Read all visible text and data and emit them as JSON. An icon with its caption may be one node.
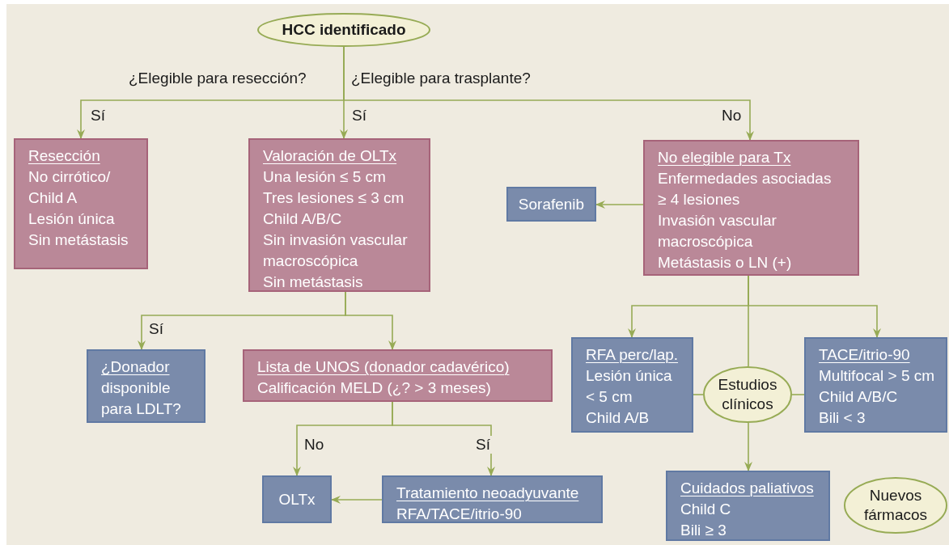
{
  "diagram": {
    "nodes": [
      {
        "text": [
          "HCC identificado"
        ]
      },
      {
        "text": [
          "Resección",
          "No cirrótico/ Child A",
          "Lesión única",
          "Sin metástasis"
        ]
      },
      {
        "text": [
          "Valoración de OLTx",
          "Una lesión ≤ 5 cm",
          "Tres lesiones ≤ 3 cm",
          "Child A/B/C",
          "Sin invasión vascular macroscópica",
          "Sin metástasis"
        ]
      },
      {
        "text": [
          "Sorafenib"
        ]
      },
      {
        "text": [
          "No elegible para Tx",
          "Enfermedades asociadas",
          "≥ 4 lesiones",
          "Invasión vascular macroscópica",
          "Metástasis o LN (+)"
        ]
      },
      {
        "text": [
          "¿Donador",
          "disponible para LDLT?"
        ]
      },
      {
        "text": [
          "Lista de UNOS (donador cadavérico)",
          "Calificación MELD (¿? > 3 meses)"
        ]
      },
      {
        "text": [
          "RFA perc/lap.",
          "Lesión única",
          "< 5 cm",
          "Child A/B"
        ]
      },
      {
        "text": [
          "Estudios clínicos"
        ]
      },
      {
        "text": [
          "TACE/itrio-90",
          "Multifocal > 5 cm",
          "Child A/B/C",
          "Bili < 3"
        ]
      },
      {
        "text": [
          "OLTx"
        ]
      },
      {
        "text": [
          "Tratamiento neoadyuvante",
          "RFA/TACE/itrio-90"
        ]
      },
      {
        "text": [
          "Cuidados paliativos",
          "Child C",
          "Bili ≥ 3"
        ]
      },
      {
        "text": [
          "Nuevos fármacos"
        ]
      }
    ],
    "edges": [
      {
        "from": 0,
        "to": 1,
        "arrow": "to",
        "label": "Sí"
      },
      {
        "from": 0,
        "to": 2,
        "arrow": "to",
        "label": "Sí"
      },
      {
        "from": 0,
        "to": 4,
        "arrow": "to",
        "label": "No"
      },
      {
        "from": 4,
        "to": 3,
        "arrow": "to"
      },
      {
        "from": 2,
        "to": 5,
        "arrow": "to",
        "label": "Sí"
      },
      {
        "from": 2,
        "to": 6,
        "arrow": "to"
      },
      {
        "from": 6,
        "to": 10,
        "arrow": "to",
        "label": "No"
      },
      {
        "from": 6,
        "to": 11,
        "arrow": "to",
        "label": "Sí"
      },
      {
        "from": 11,
        "to": 10,
        "arrow": "to"
      },
      {
        "from": 4,
        "to": 7,
        "arrow": "to"
      },
      {
        "from": 4,
        "to": 9,
        "arrow": "to"
      },
      {
        "from": 4,
        "to": 8,
        "arrow": "none"
      },
      {
        "from": 7,
        "to": 8,
        "arrow": "none"
      },
      {
        "from": 8,
        "to": 9,
        "arrow": "none"
      },
      {
        "from": 8,
        "to": 12,
        "arrow": "to"
      }
    ],
    "labels": [
      "¿Elegible para resección?",
      "¿Elegible para trasplante?"
    ]
  }
}
